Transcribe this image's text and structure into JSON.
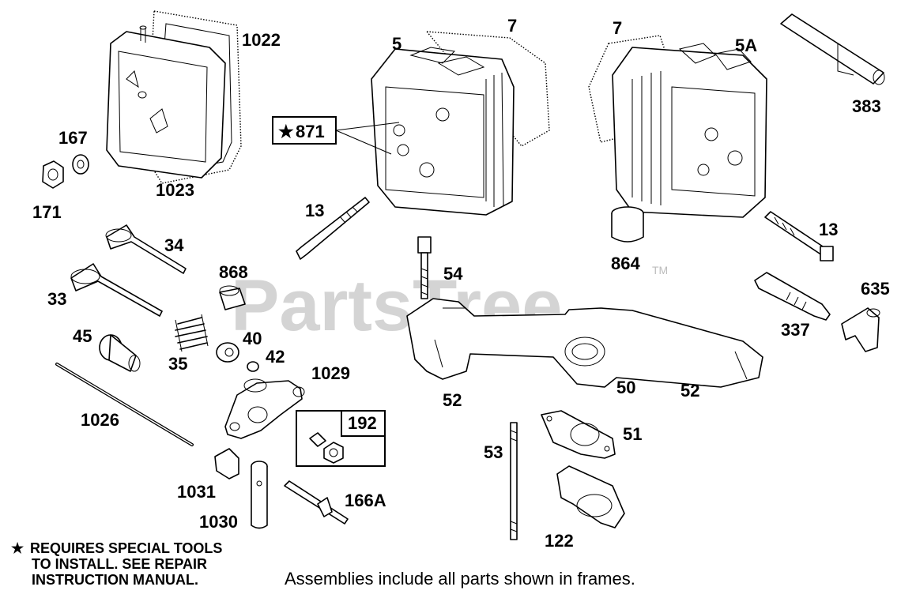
{
  "watermark": {
    "text": "PartsTree",
    "trademark": "TM"
  },
  "labels": {
    "l1022": "1022",
    "l7a": "7",
    "l5": "5",
    "l7b": "7",
    "l5a": "5A",
    "l383": "383",
    "l167": "167",
    "l1023": "1023",
    "l171": "171",
    "l871": "871",
    "l13a": "13",
    "l13b": "13",
    "l34": "34",
    "l33": "33",
    "l868": "868",
    "l54": "54",
    "l864": "864",
    "l635": "635",
    "l337": "337",
    "l45": "45",
    "l35": "35",
    "l40": "40",
    "l42": "42",
    "l1029": "1029",
    "l50": "50",
    "l52a": "52",
    "l52b": "52",
    "l1026": "1026",
    "l192": "192",
    "l51": "51",
    "l53": "53",
    "l1031": "1031",
    "l166a": "166A",
    "l1030": "1030",
    "l122": "122"
  },
  "star_symbol": "★",
  "note": {
    "line1": "REQUIRES SPECIAL TOOLS",
    "line2": "TO INSTALL.  SEE REPAIR",
    "line3": "INSTRUCTION MANUAL."
  },
  "caption": "Assemblies include all parts shown in frames."
}
